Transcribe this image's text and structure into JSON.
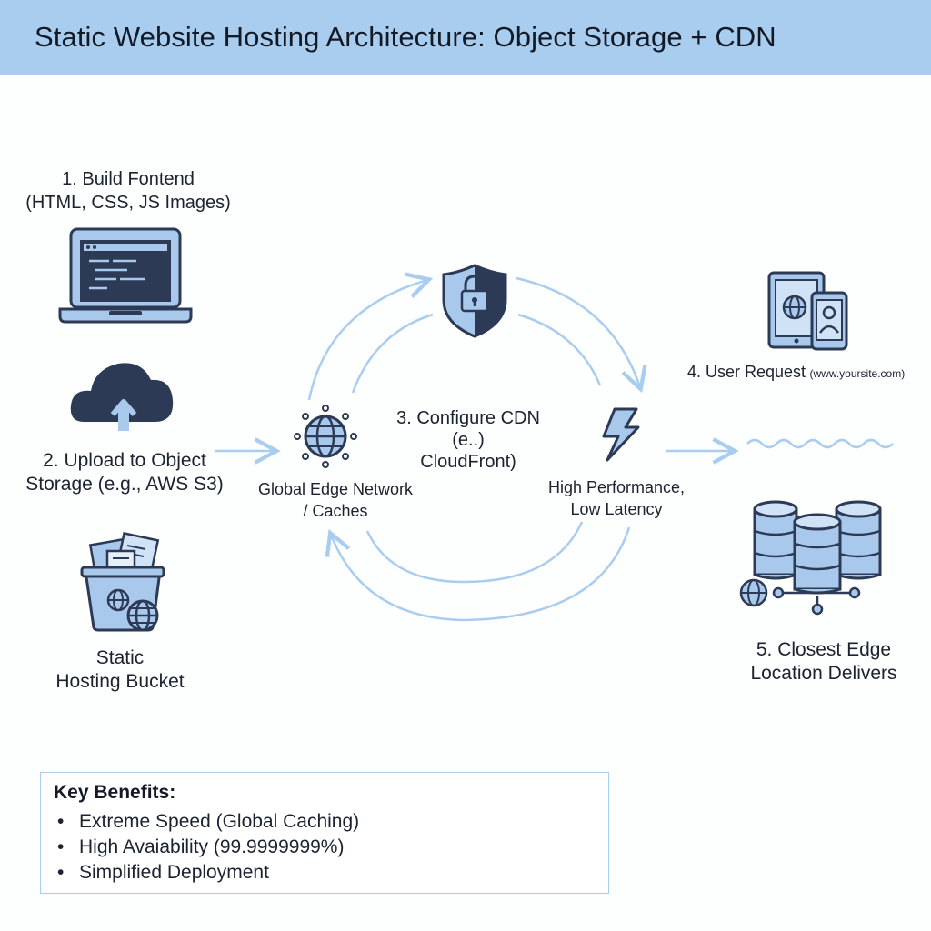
{
  "title": "Static Website Hosting Architecture: Object Storage + CDN",
  "steps": {
    "build": {
      "line1": "1. Build Fontend",
      "line2": "(HTML, CSS, JS Images)"
    },
    "upload": {
      "line1": "2. Upload to Object",
      "line2": "Storage (e.g., AWS S3)"
    },
    "bucket": {
      "line1": "Static",
      "line2": "Hosting Bucket"
    },
    "cdn": {
      "line1": "3. Configure CDN",
      "line2": "(e..)",
      "line3": "CloudFront)"
    },
    "edge_network": {
      "line1": "Global Edge Network",
      "line2": "/ Caches"
    },
    "performance": {
      "line1": "High Performance,",
      "line2": "Low Latency"
    },
    "user_request": {
      "main": "4. User Request",
      "detail": "(www.yoursite.com)"
    },
    "closest_edge": {
      "line1": "5. Closest Edge",
      "line2": "Location Delivers"
    }
  },
  "benefits": {
    "heading": "Key Benefits:",
    "items": [
      "Extreme Speed (Global Caching)",
      "High Avaiability (99.9999999%)",
      "Simplified Deployment"
    ]
  },
  "icons": {
    "laptop": "laptop-code-icon",
    "cloud_upload": "cloud-upload-icon",
    "bucket": "storage-bucket-icon",
    "globe_edge": "globe-network-icon",
    "shield": "shield-lock-icon",
    "bolt": "lightning-bolt-icon",
    "devices": "tablet-phone-icon",
    "servers": "database-servers-icon"
  },
  "colors": {
    "header_bg": "#a9cdef",
    "accent_fill": "#a8c8ec",
    "icon_stroke": "#2c3a55",
    "arrow": "#a9cdef",
    "dark_fill": "#2c3a55"
  }
}
